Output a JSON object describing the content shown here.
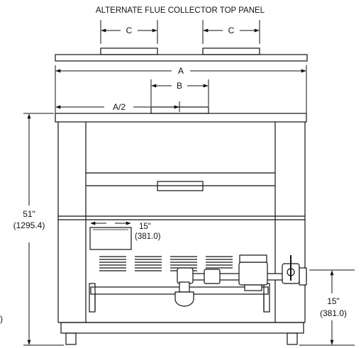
{
  "title": "ALTERNATE FLUE COLLECTOR TOP PANEL",
  "dimensions": {
    "c_left": "C",
    "c_right": "C",
    "a": "A",
    "b": "B",
    "a_half": "A/2",
    "height_in": "51\"",
    "height_mm": "(1295.4)",
    "panel_width_in": "15\"",
    "panel_width_mm": "(381.0)",
    "gas_height_in": "15\"",
    "gas_height_mm": "(381.0)",
    "left_edge_fragment": ")"
  },
  "colors": {
    "line": "#111111",
    "background": "#ffffff"
  }
}
